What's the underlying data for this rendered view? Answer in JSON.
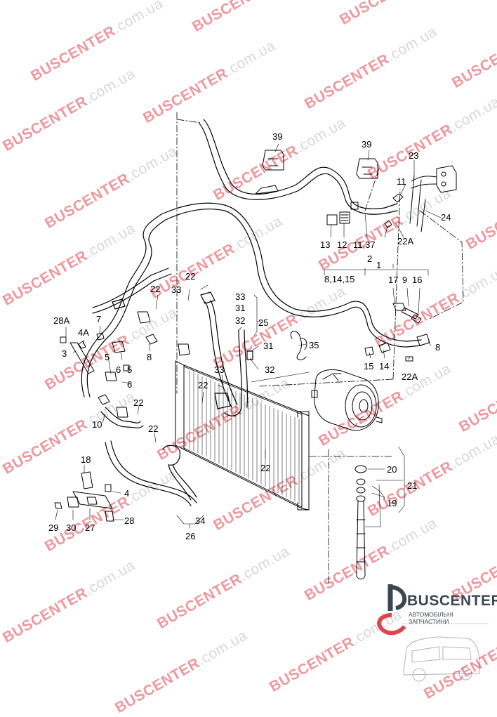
{
  "watermark": {
    "brand_red": "BUSCENTER",
    "brand_grey": ".com.ua",
    "red_color": "#e0454f",
    "grey_color": "#b8b8b8"
  },
  "logo": {
    "name": "BUSCENTER",
    "subtitle": "АВТОМОБІЛЬНІ ЗАПЧАСТИНИ",
    "color": "#3b4652",
    "accent": "#e0454f"
  },
  "callouts": [
    "39",
    "39",
    "23",
    "11",
    "24",
    "22A",
    "13",
    "12",
    "11,37",
    "2",
    "1",
    "8,14,15",
    "17",
    "9",
    "16",
    "8",
    "15",
    "14",
    "22A",
    "35",
    "31",
    "32",
    "33",
    "25",
    "31",
    "32",
    "22",
    "33",
    "22",
    "28A",
    "7",
    "4A",
    "3",
    "8",
    "5",
    "6",
    "5",
    "6",
    "33",
    "22",
    "22",
    "10",
    "22",
    "22",
    "18",
    "4",
    "29",
    "30",
    "27",
    "28",
    "34",
    "26",
    "20",
    "21",
    "19"
  ]
}
